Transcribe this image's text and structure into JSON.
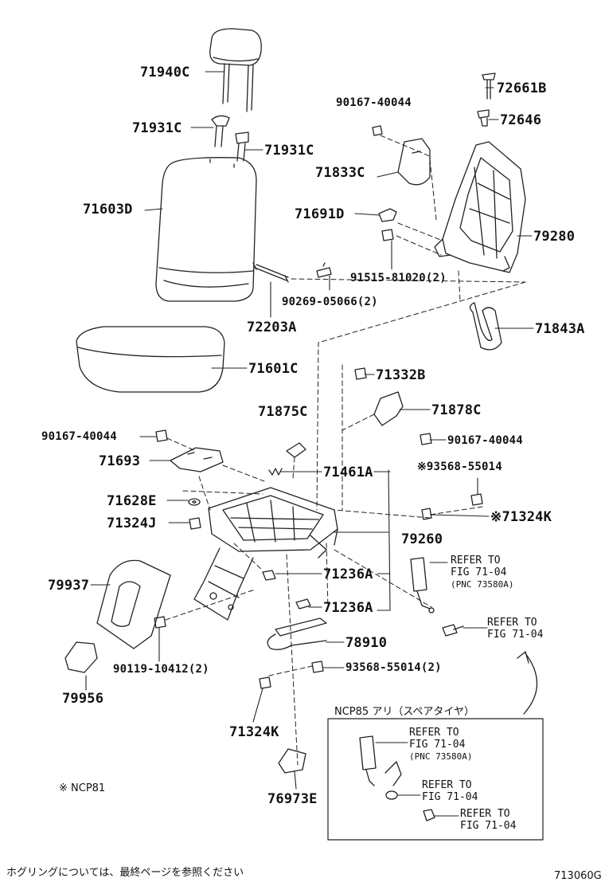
{
  "parts": {
    "p71940C": "71940C",
    "p72661B": "72661B",
    "p90167_top": "90167-40044",
    "p72646": "72646",
    "p71931C_left": "71931C",
    "p71931C_right": "71931C",
    "p71833C": "71833C",
    "p71603D": "71603D",
    "p71691D": "71691D",
    "p79280": "79280",
    "p91515": "91515-81020(2)",
    "p90269": "90269-05066(2)",
    "p72203A": "72203A",
    "p71843A": "71843A",
    "p71601C": "71601C",
    "p71332B": "71332B",
    "p71875C": "71875C",
    "p71878C": "71878C",
    "p90167_left": "90167-40044",
    "p90167_right": "90167-40044",
    "p71693": "71693",
    "p93568_top": "※93568-55014",
    "p71461A": "71461A",
    "p71628E": "71628E",
    "p71324K_right": "※71324K",
    "p71324J": "71324J",
    "p79260": "79260",
    "p79937": "79937",
    "p71236A_a": "71236A",
    "p71236A_b": "71236A",
    "p90119": "90119-10412(2)",
    "p78910": "78910",
    "p93568_bottom": "93568-55014(2)",
    "p79956": "79956",
    "p71324K_bottom": "71324K",
    "p76973E": "76973E"
  },
  "refs": {
    "r1_line1": "REFER TO",
    "r1_line2": "FIG 71-04",
    "r1_line3": "(PNC 73580A)",
    "r2_line1": "REFER TO",
    "r2_line2": "FIG 71-04",
    "r3_line1": "REFER TO",
    "r3_line2": "FIG 71-04",
    "r3_line3": "(PNC 73580A)",
    "r4_line1": "REFER TO",
    "r4_line2": "FIG 71-04",
    "r5_line1": "REFER TO",
    "r5_line2": "FIG 71-04"
  },
  "notes": {
    "inset_title": "NCP85 アリ（スペアタイヤ）",
    "model_note": "※ NCP81",
    "footer_note": "ホグリングについては、最終ページを参照ください",
    "figure_id": "713060G"
  }
}
